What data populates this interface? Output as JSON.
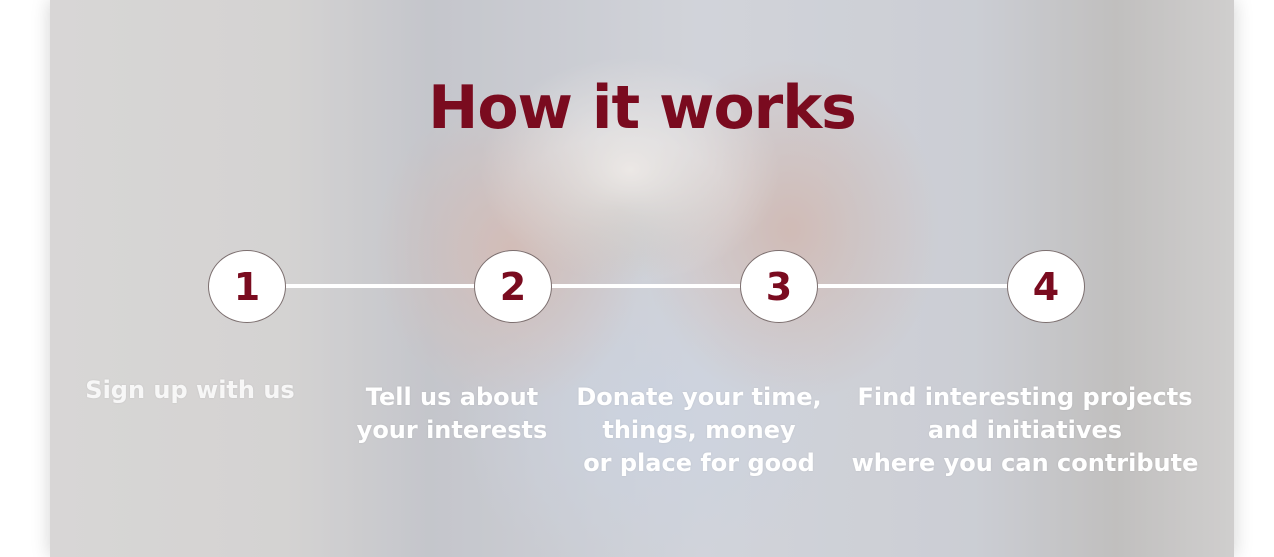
{
  "section": {
    "title": "How it works"
  },
  "steps": [
    {
      "number": "1",
      "text": "Sign up with us"
    },
    {
      "number": "2",
      "text": "Tell us about\nyour interests"
    },
    {
      "number": "3",
      "text": "Donate your time,\nthings, money\nor place for good"
    },
    {
      "number": "4",
      "text": "Find interesting projects\nand initiatives\nwhere you can contribute"
    }
  ],
  "colors": {
    "accent": "#7a0b1f",
    "step_text": "#ffffff",
    "circle_fill": "#ffffff"
  }
}
